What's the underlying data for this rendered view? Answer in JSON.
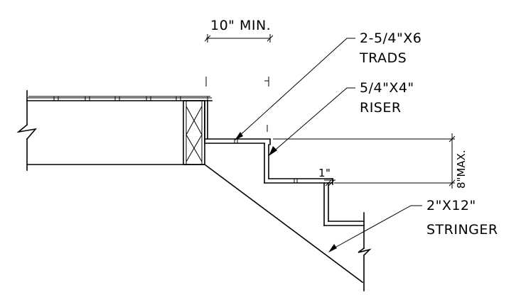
{
  "labels": {
    "tread_spacing": "10\" MIN.",
    "treads_line1": "2-5/4\"X6",
    "treads_line2": "TRADS",
    "riser_line1": "5/4\"X4\"",
    "riser_line2": "RISER",
    "rise_max": "8\"MAX.",
    "nosing": "1\"",
    "stringer_line1": "2\"X12\"",
    "stringer_line2": "STRINGER"
  }
}
